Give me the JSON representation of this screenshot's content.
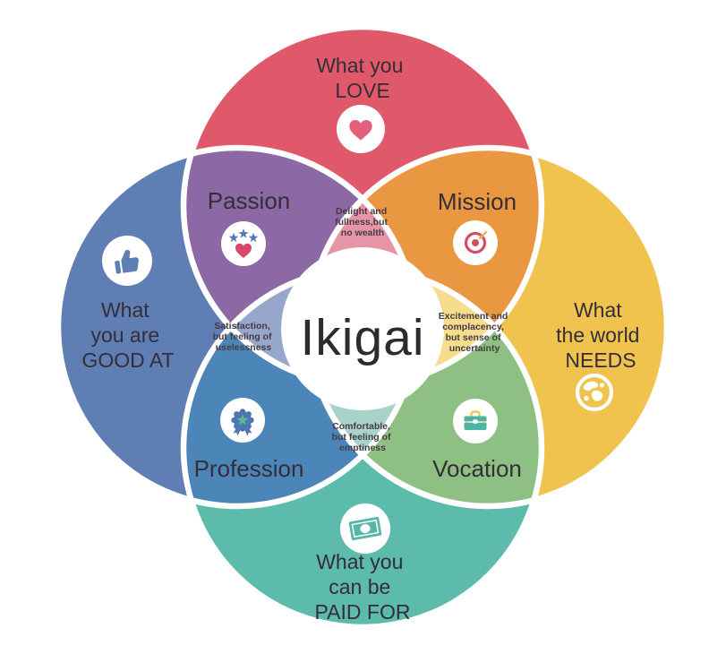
{
  "diagram": {
    "title": "Ikigai",
    "center": {
      "label": "Ikigai",
      "background": "#ffffff"
    }
  },
  "circles": {
    "love": {
      "label_lines": [
        "What you",
        "LOVE"
      ],
      "color": "#e0596b",
      "icon": "heart-icon"
    },
    "good_at": {
      "label_lines": [
        "What",
        "you are",
        "GOOD AT"
      ],
      "color": "#5f7eb3",
      "icon": "thumbs-up-icon"
    },
    "needs": {
      "label_lines": [
        "What",
        "the world",
        "NEEDS"
      ],
      "color": "#f0c24e",
      "icon": "globe-icon"
    },
    "paid_for": {
      "label_lines": [
        "What you",
        "can be",
        "PAID FOR"
      ],
      "color": "#5cbbaa",
      "icon": "money-icon"
    }
  },
  "overlaps": {
    "passion": {
      "label": "Passion",
      "color": "#8c69a5",
      "icon": "stars-heart-badge-icon"
    },
    "mission": {
      "label": "Mission",
      "color": "#ea9742",
      "icon": "target-icon"
    },
    "profession": {
      "label": "Profession",
      "color": "#4c86b9",
      "icon": "award-rosette-icon"
    },
    "vocation": {
      "label": "Vocation",
      "color": "#8ec083",
      "icon": "briefcase-icon"
    }
  },
  "petals": {
    "delight": {
      "lines": [
        "Delight and",
        "fullness,but",
        "no wealth"
      ],
      "color": "#e695a6"
    },
    "satisfaction": {
      "lines": [
        "Satisfaction,",
        "but feeling of",
        "uselessness"
      ],
      "color": "#96a7cb"
    },
    "excitement": {
      "lines": [
        "Excitement and",
        "complacency,",
        "but sense of",
        "uncertainty"
      ],
      "color": "#f6dc8d"
    },
    "comfortable": {
      "lines": [
        "Comfortable,",
        "but feeling of",
        "emptiness"
      ],
      "color": "#a7d3ca"
    }
  }
}
